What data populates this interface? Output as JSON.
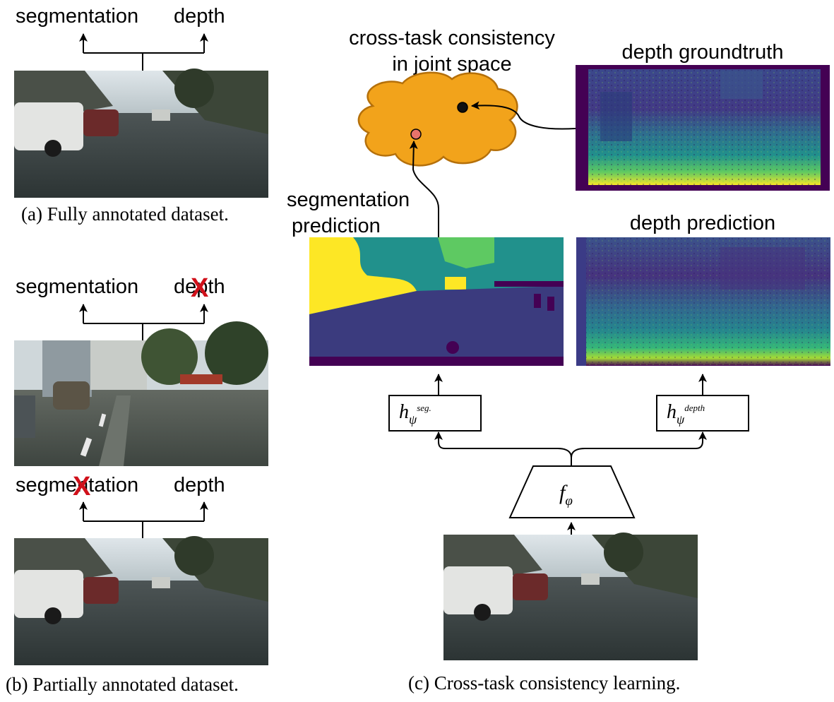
{
  "panel_a": {
    "label_seg": "segmentation",
    "label_depth": "depth",
    "caption": "(a) Fully annotated dataset."
  },
  "panel_b": {
    "top_label_seg": "segmentation",
    "top_label_depth": "depth",
    "bottom_label_seg": "segmentation",
    "bottom_label_depth": "depth",
    "missing_mark": "X",
    "caption": "(b) Partially annotated dataset."
  },
  "panel_c": {
    "joint_space_line1": "cross-task consistency",
    "joint_space_line2": "in joint space",
    "depth_gt_label": "depth groundtruth",
    "seg_pred_line1": "segmentation",
    "seg_pred_line2": "prediction",
    "depth_pred_label": "depth prediction",
    "head_seg_base": "h",
    "head_seg_sub": "ψ",
    "head_seg_sup": "seg.",
    "head_depth_base": "h",
    "head_depth_sub": "ψ",
    "head_depth_sup": "depth",
    "encoder_base": "f",
    "encoder_sub": "φ",
    "caption": "(c) Cross-task consistency learning."
  },
  "colors": {
    "cloud_fill": "#F2A31B",
    "cloud_stroke": "#B5700A",
    "seg_point": "#E8736B",
    "gt_point": "#111111",
    "missing_mark": "#D0101A",
    "viridis_dark": "#440154",
    "viridis_blue": "#3B528B",
    "viridis_teal": "#21918C",
    "viridis_green": "#5EC962",
    "viridis_yellow": "#FDE725"
  }
}
